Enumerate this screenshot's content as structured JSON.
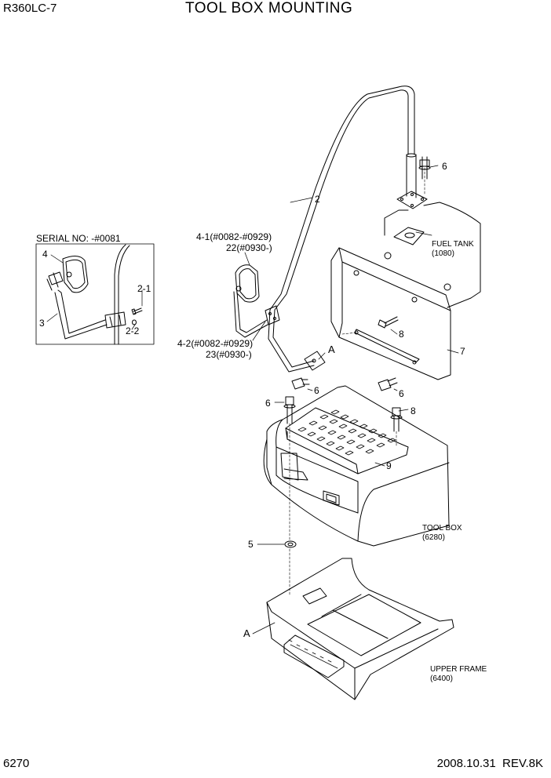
{
  "header": {
    "model": "R360LC-7",
    "title": "TOOL BOX MOUNTING"
  },
  "footer": {
    "page_no": "6270",
    "date_rev": "2008.10.31  REV.8K"
  },
  "inset": {
    "serial_label": "SERIAL NO: -#0081",
    "callouts": {
      "c4": "4",
      "c3": "3",
      "c2_1": "2-1",
      "c2_2": "2-2"
    }
  },
  "callouts": {
    "c2": "2",
    "c6_top": "6",
    "c4_1": "4-1(#0082-#0929)",
    "c22": "22(#0930-)",
    "c4_2": "4-2(#0082-#0929)",
    "c23": "23(#0930-)",
    "cA_top": "A",
    "c6_mid_left": "6",
    "c8_upper": "8",
    "c7": "7",
    "c6_mid_right": "6",
    "c6_left": "6",
    "c8_lower": "8",
    "c9": "9",
    "c5": "5",
    "cA_bottom": "A"
  },
  "references": {
    "fuel_tank": {
      "name": "FUEL TANK",
      "code": "(1080)"
    },
    "tool_box": {
      "name": "TOOL BOX",
      "code": "(6280)"
    },
    "upper_frame": {
      "name": "UPPER FRAME",
      "code": "(6400)"
    }
  }
}
